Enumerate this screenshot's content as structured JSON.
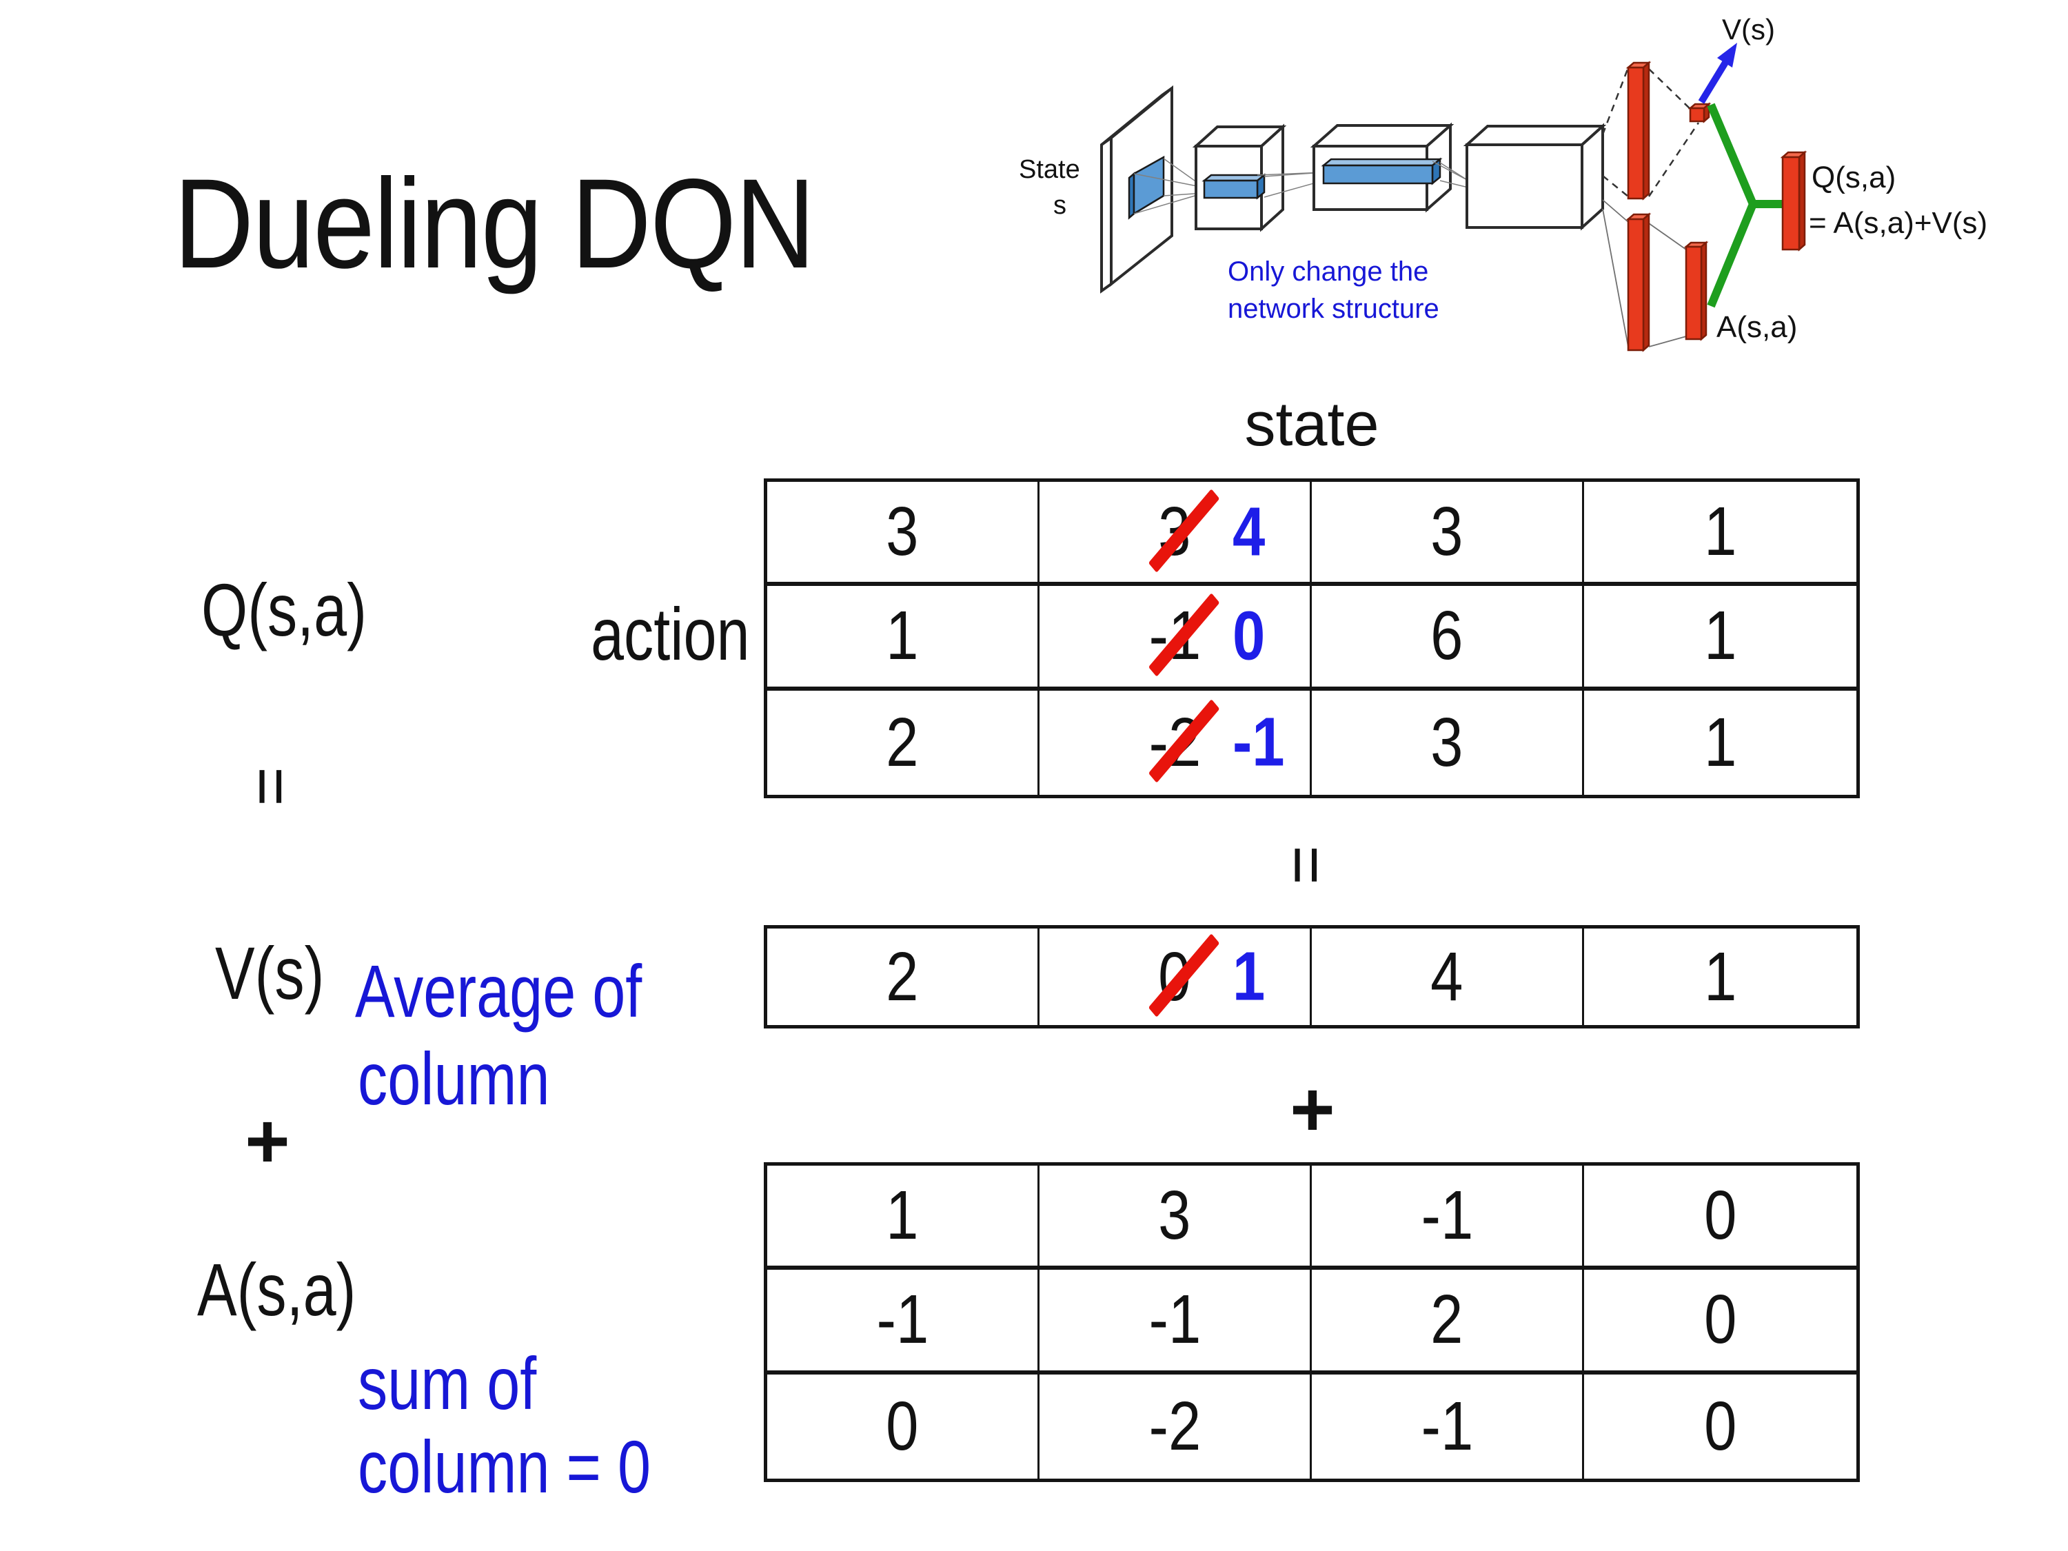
{
  "title": "Dueling DQN",
  "symbols": {
    "equals": "=",
    "plus": "+"
  },
  "labels": {
    "q_matrix": "Q(s,a)",
    "v_vector": "V(s)",
    "a_matrix": "A(s,a)",
    "state_axis": "state",
    "action_axis": "action",
    "average_note_line1": "Average of",
    "average_note_line2": "column",
    "sum_note_line1": "sum of",
    "sum_note_line2": "column = 0"
  },
  "diagram": {
    "input_label_line1": "State",
    "input_label_line2": "s",
    "note_line1": "Only change the",
    "note_line2": "network structure",
    "value_output_label": "V(s)",
    "advantage_output_label": "A(s,a)",
    "q_output_line1": "Q(s,a)",
    "q_output_line2": "= A(s,a)+V(s)"
  },
  "q_table": {
    "rows": [
      [
        "3",
        {
          "old": "3",
          "new": "4"
        },
        "3",
        "1"
      ],
      [
        "1",
        {
          "old": "-1",
          "new": "0"
        },
        "6",
        "1"
      ],
      [
        "2",
        {
          "old": "-2",
          "new": "-1"
        },
        "3",
        "1"
      ]
    ]
  },
  "v_table": {
    "rows": [
      [
        "2",
        {
          "old": "0",
          "new": "1"
        },
        "4",
        "1"
      ]
    ]
  },
  "a_table": {
    "rows": [
      [
        "1",
        "3",
        "-1",
        "0"
      ],
      [
        "-1",
        "-1",
        "2",
        "0"
      ],
      [
        "0",
        "-2",
        "-1",
        "0"
      ]
    ]
  },
  "colors": {
    "text": "#121212",
    "correction_blue": "#1E1EE8",
    "note_blue": "#1717D6",
    "strike_red": "#E8140C",
    "diagram_red": "#E73A1E",
    "diagram_green": "#1E9E1E",
    "arrow_blue": "#2525E8",
    "filter_blue": "#5B9BD5"
  }
}
